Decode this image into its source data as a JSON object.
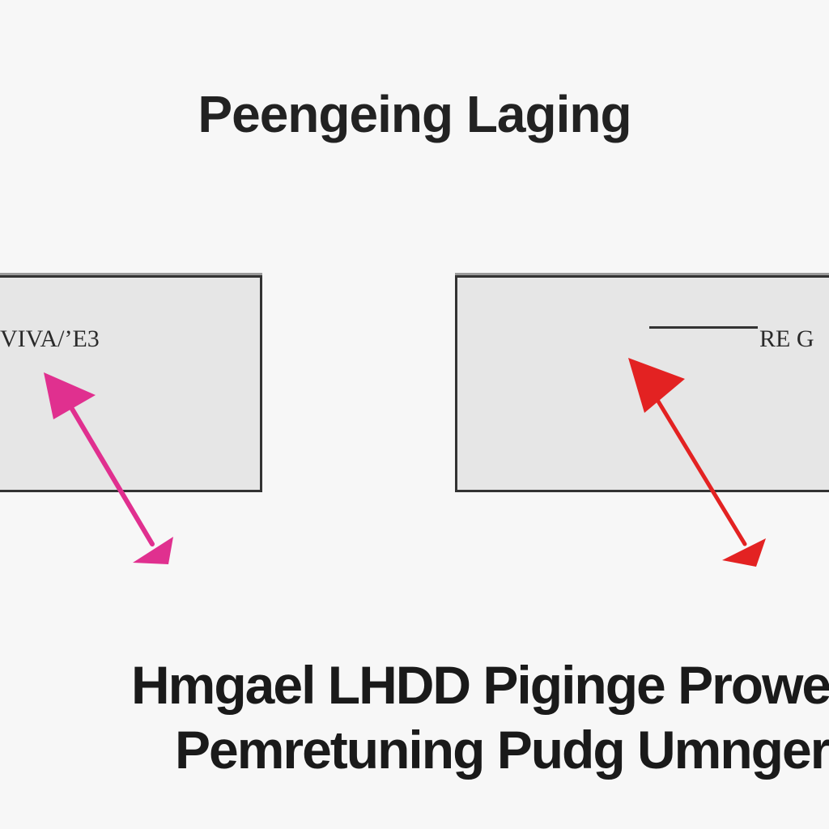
{
  "title": "Peengeing Laging",
  "panels": {
    "left": {
      "label": "VIVA/’E3"
    },
    "right": {
      "label": "RE G"
    }
  },
  "arrows": {
    "left_color": "#e0308f",
    "right_color": "#e32222"
  },
  "footer": {
    "line1": "Hmgael LHDD Piginge Prowe",
    "line2": "Pemretuning Pudg Umnger"
  }
}
